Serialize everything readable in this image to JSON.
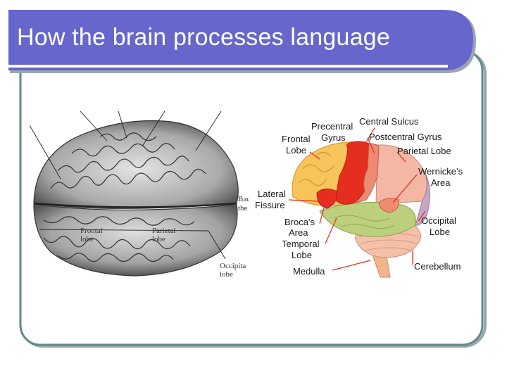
{
  "slide": {
    "title": "How the brain processes language",
    "colors": {
      "accent": "#6666cc",
      "frame": "#5f8a8a",
      "stem_shadow": "#9aa6b0"
    }
  },
  "left_figure": {
    "labels": {
      "frontal": [
        "Frontal",
        "lobe"
      ],
      "parietal": [
        "Parietal",
        "lobe"
      ],
      "occipital": [
        "Occipita",
        "lobe"
      ],
      "back": [
        "Bac",
        "the"
      ]
    }
  },
  "right_figure": {
    "labels": {
      "central_sulcus": "Central Sulcus",
      "precentral": [
        "Precentral",
        "Gyrus"
      ],
      "postcentral": "Postcentral Gyrus",
      "frontal": [
        "Frontal",
        "Lobe"
      ],
      "parietal": "Parietal Lobe",
      "wernicke": [
        "Wernicke’s",
        "Area"
      ],
      "lateral": [
        "Lateral",
        "Fissure"
      ],
      "occipital": [
        "Occipital",
        "Lobe"
      ],
      "broca": [
        "Broca's",
        "Area"
      ],
      "temporal": [
        "Temporal",
        "Lobe"
      ],
      "medulla": "Medulla",
      "cerebellum": "Cerebellum"
    }
  }
}
